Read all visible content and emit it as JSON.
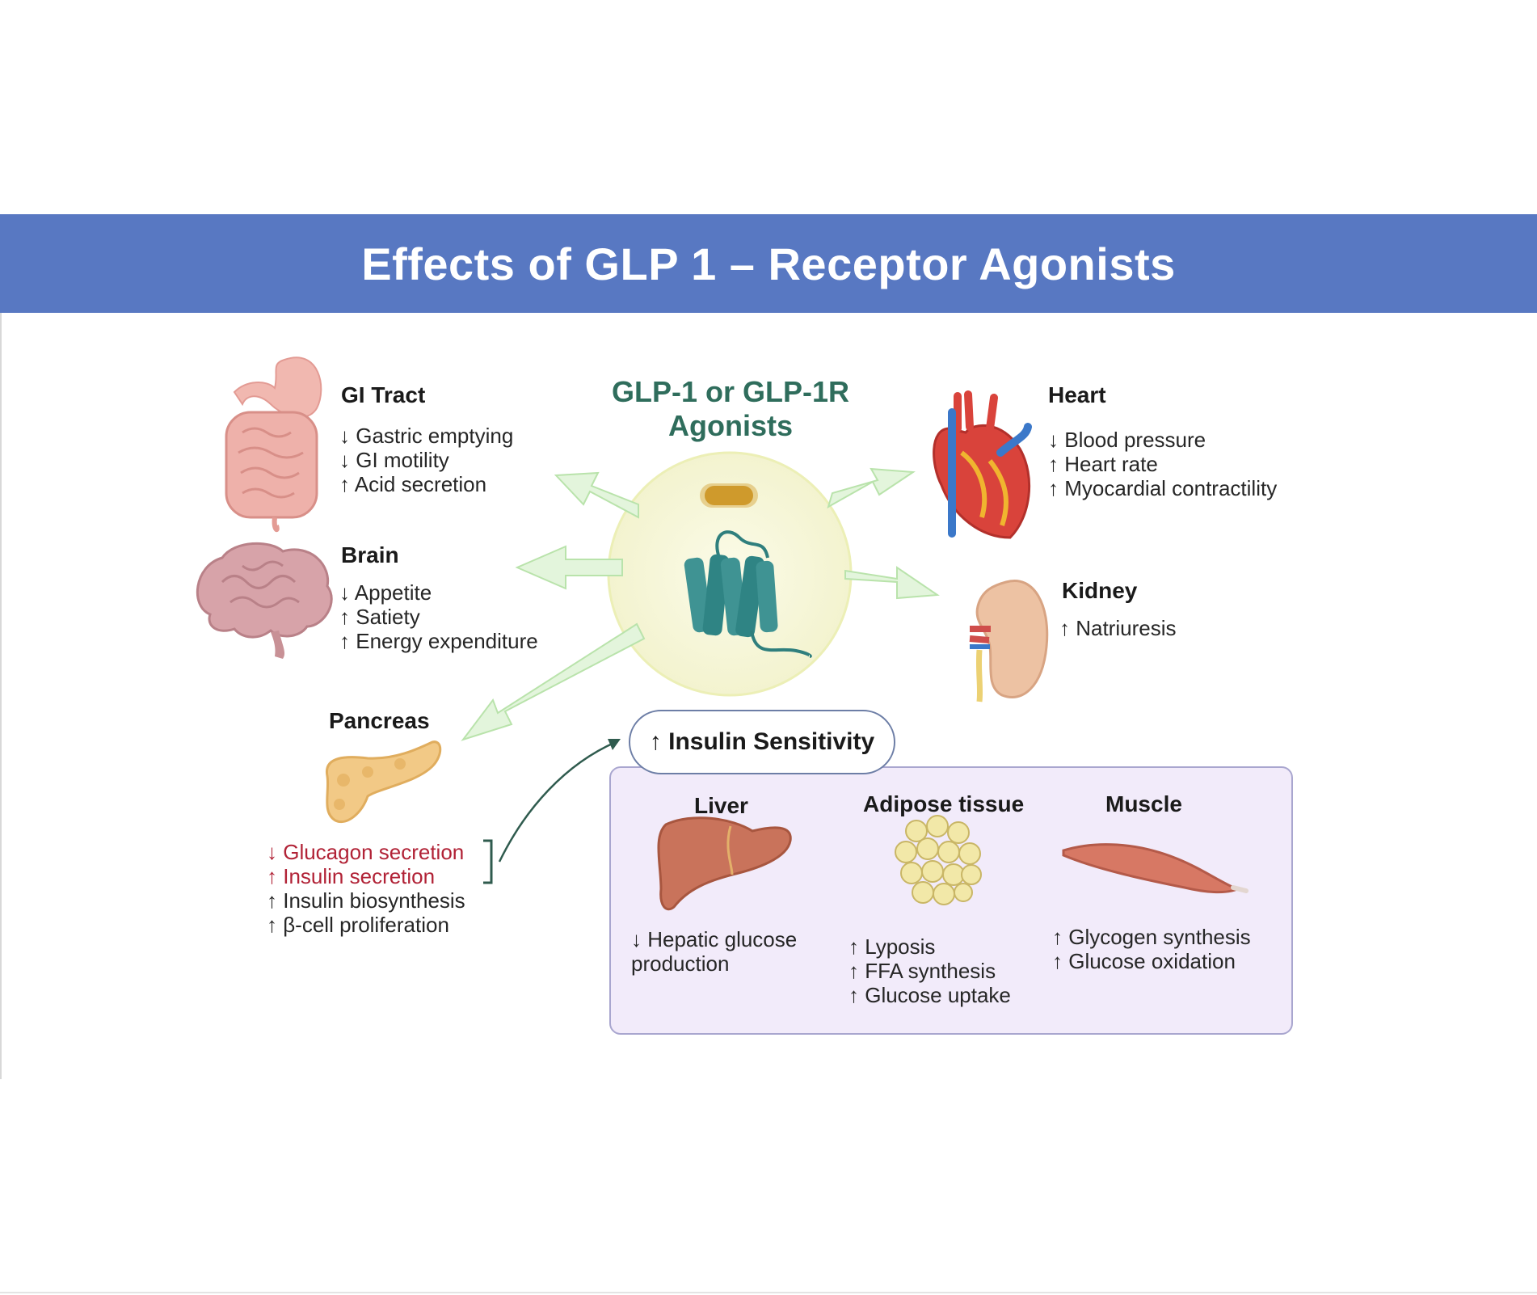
{
  "title": "Effects of GLP 1 – Receptor Agonists",
  "center": {
    "line1": "GLP-1 or GLP-1R",
    "line2": "Agonists"
  },
  "gi": {
    "heading": "GI Tract",
    "items": [
      "↓ Gastric emptying",
      "↓ GI motility",
      "↑ Acid secretion"
    ]
  },
  "brain": {
    "heading": "Brain",
    "items": [
      "↓ Appetite",
      "↑ Satiety",
      "↑ Energy expenditure"
    ]
  },
  "pancreas": {
    "heading": "Pancreas",
    "items": [
      "↓ Glucagon secretion",
      "↑ Insulin secretion",
      "↑ Insulin biosynthesis",
      "↑ β-cell proliferation"
    ]
  },
  "heart": {
    "heading": "Heart",
    "items": [
      "↓ Blood pressure",
      "↑ Heart rate",
      "↑ Myocardial contractility"
    ]
  },
  "kidney": {
    "heading": "Kidney",
    "items": [
      "↑ Natriuresis"
    ]
  },
  "insulin_sensitivity": "↑ Insulin Sensitivity",
  "liver": {
    "heading": "Liver",
    "items": [
      "↓ Hepatic glucose",
      "production"
    ]
  },
  "adipose": {
    "heading": "Adipose tissue",
    "items": [
      "↑ Lyposis",
      "↑ FFA synthesis",
      "↑ Glucose uptake"
    ]
  },
  "muscle": {
    "heading": "Muscle",
    "items": [
      "↑ Glycogen synthesis",
      "↑ Glucose oxidation"
    ]
  },
  "colors": {
    "banner": "#5878c2",
    "center_title": "#2f6d5c",
    "highlight": "#b12236",
    "box_fill": "#f2ebfa",
    "arrow_fill": "#e3f5dc"
  },
  "icons": [
    "stomach-intestine-icon",
    "brain-icon",
    "pancreas-icon",
    "heart-icon",
    "kidney-icon",
    "receptor-icon",
    "ligand-capsule-icon",
    "liver-icon",
    "fat-cells-icon",
    "muscle-icon"
  ]
}
